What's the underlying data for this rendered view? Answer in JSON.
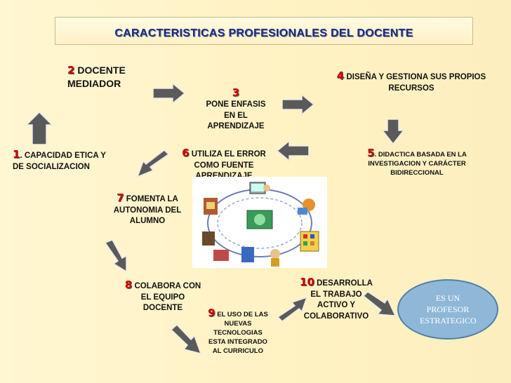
{
  "title": "CARACTERISTICAS PROFESIONALES DEL DOCENTE",
  "items": [
    {
      "num": "1",
      "sep": ".",
      "text": "CAPACIDAD ETICA Y DE SOCIALIZACION"
    },
    {
      "num": "2",
      "sep": "",
      "text": "DOCENTE MEDIADOR"
    },
    {
      "num": "3",
      "sep": "",
      "text": "PONE ENFASIS EN EL APRENDIZAJE"
    },
    {
      "num": "4",
      "sep": "",
      "text": "DISEÑA Y GESTIONA SUS PROPIOS RECURSOS"
    },
    {
      "num": "5",
      "sep": ".",
      "text": "DIDACTICA BASADA EN LA INVESTIGACION Y CARÁCTER BIDIRECCIONAL"
    },
    {
      "num": "6",
      "sep": "",
      "text": "UTILIZA EL ERROR COMO FUENTE APRENDIZAJE"
    },
    {
      "num": "7",
      "sep": "",
      "text": "FOMENTA LA AUTONOMIA DEL ALUMNO"
    },
    {
      "num": "8",
      "sep": "",
      "text": "COLABORA CON EL EQUIPO DOCENTE"
    },
    {
      "num": "9",
      "sep": "",
      "text": "EL USO DE LAS NUEVAS TECNOLOGIAS ESTA INTEGRADO AL CURRICULO"
    },
    {
      "num": "10",
      "sep": "",
      "text": "DESARROLLA EL TRABAJO ACTIVO Y COLABORATIVO"
    }
  ],
  "conclusion": "ES UN PROFESOR ESTRATEGICO",
  "colors": {
    "title": "#1a2b8a",
    "number": "#d40000",
    "arrow": "#5a5a5a",
    "oval": "#8fb8d8"
  }
}
